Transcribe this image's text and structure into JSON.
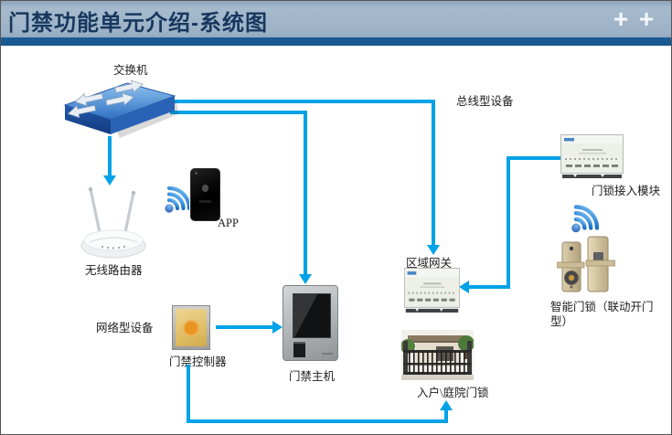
{
  "header": {
    "title": "门禁功能单元介绍-系统图",
    "expand_button_1": "+",
    "expand_button_2": "+"
  },
  "diagram": {
    "sections": {
      "bus_devices": "总线型设备",
      "network_devices": "网络型设备"
    },
    "nodes": {
      "switch": "交换机",
      "router": "无线路由器",
      "app": "APP",
      "lock_module": "门锁接入模块",
      "gateway": "区域网关",
      "smart_lock": "智能门锁（联动开门型）",
      "controller": "门禁控制器",
      "host": "门禁主机",
      "gate": "入户\\庭院门锁"
    },
    "icons": {
      "wifi": "wifi-signal",
      "switch": "network-switch-3d",
      "phone": "smartphone"
    }
  },
  "colors": {
    "accent_cyan": "#00a2e8",
    "header_bg": "#9fb4c9",
    "header_bar": "#1a5a94",
    "title_text": "#17375e",
    "switch_blue": "#2f6fc2",
    "lock_gold": "#cbbc97"
  }
}
